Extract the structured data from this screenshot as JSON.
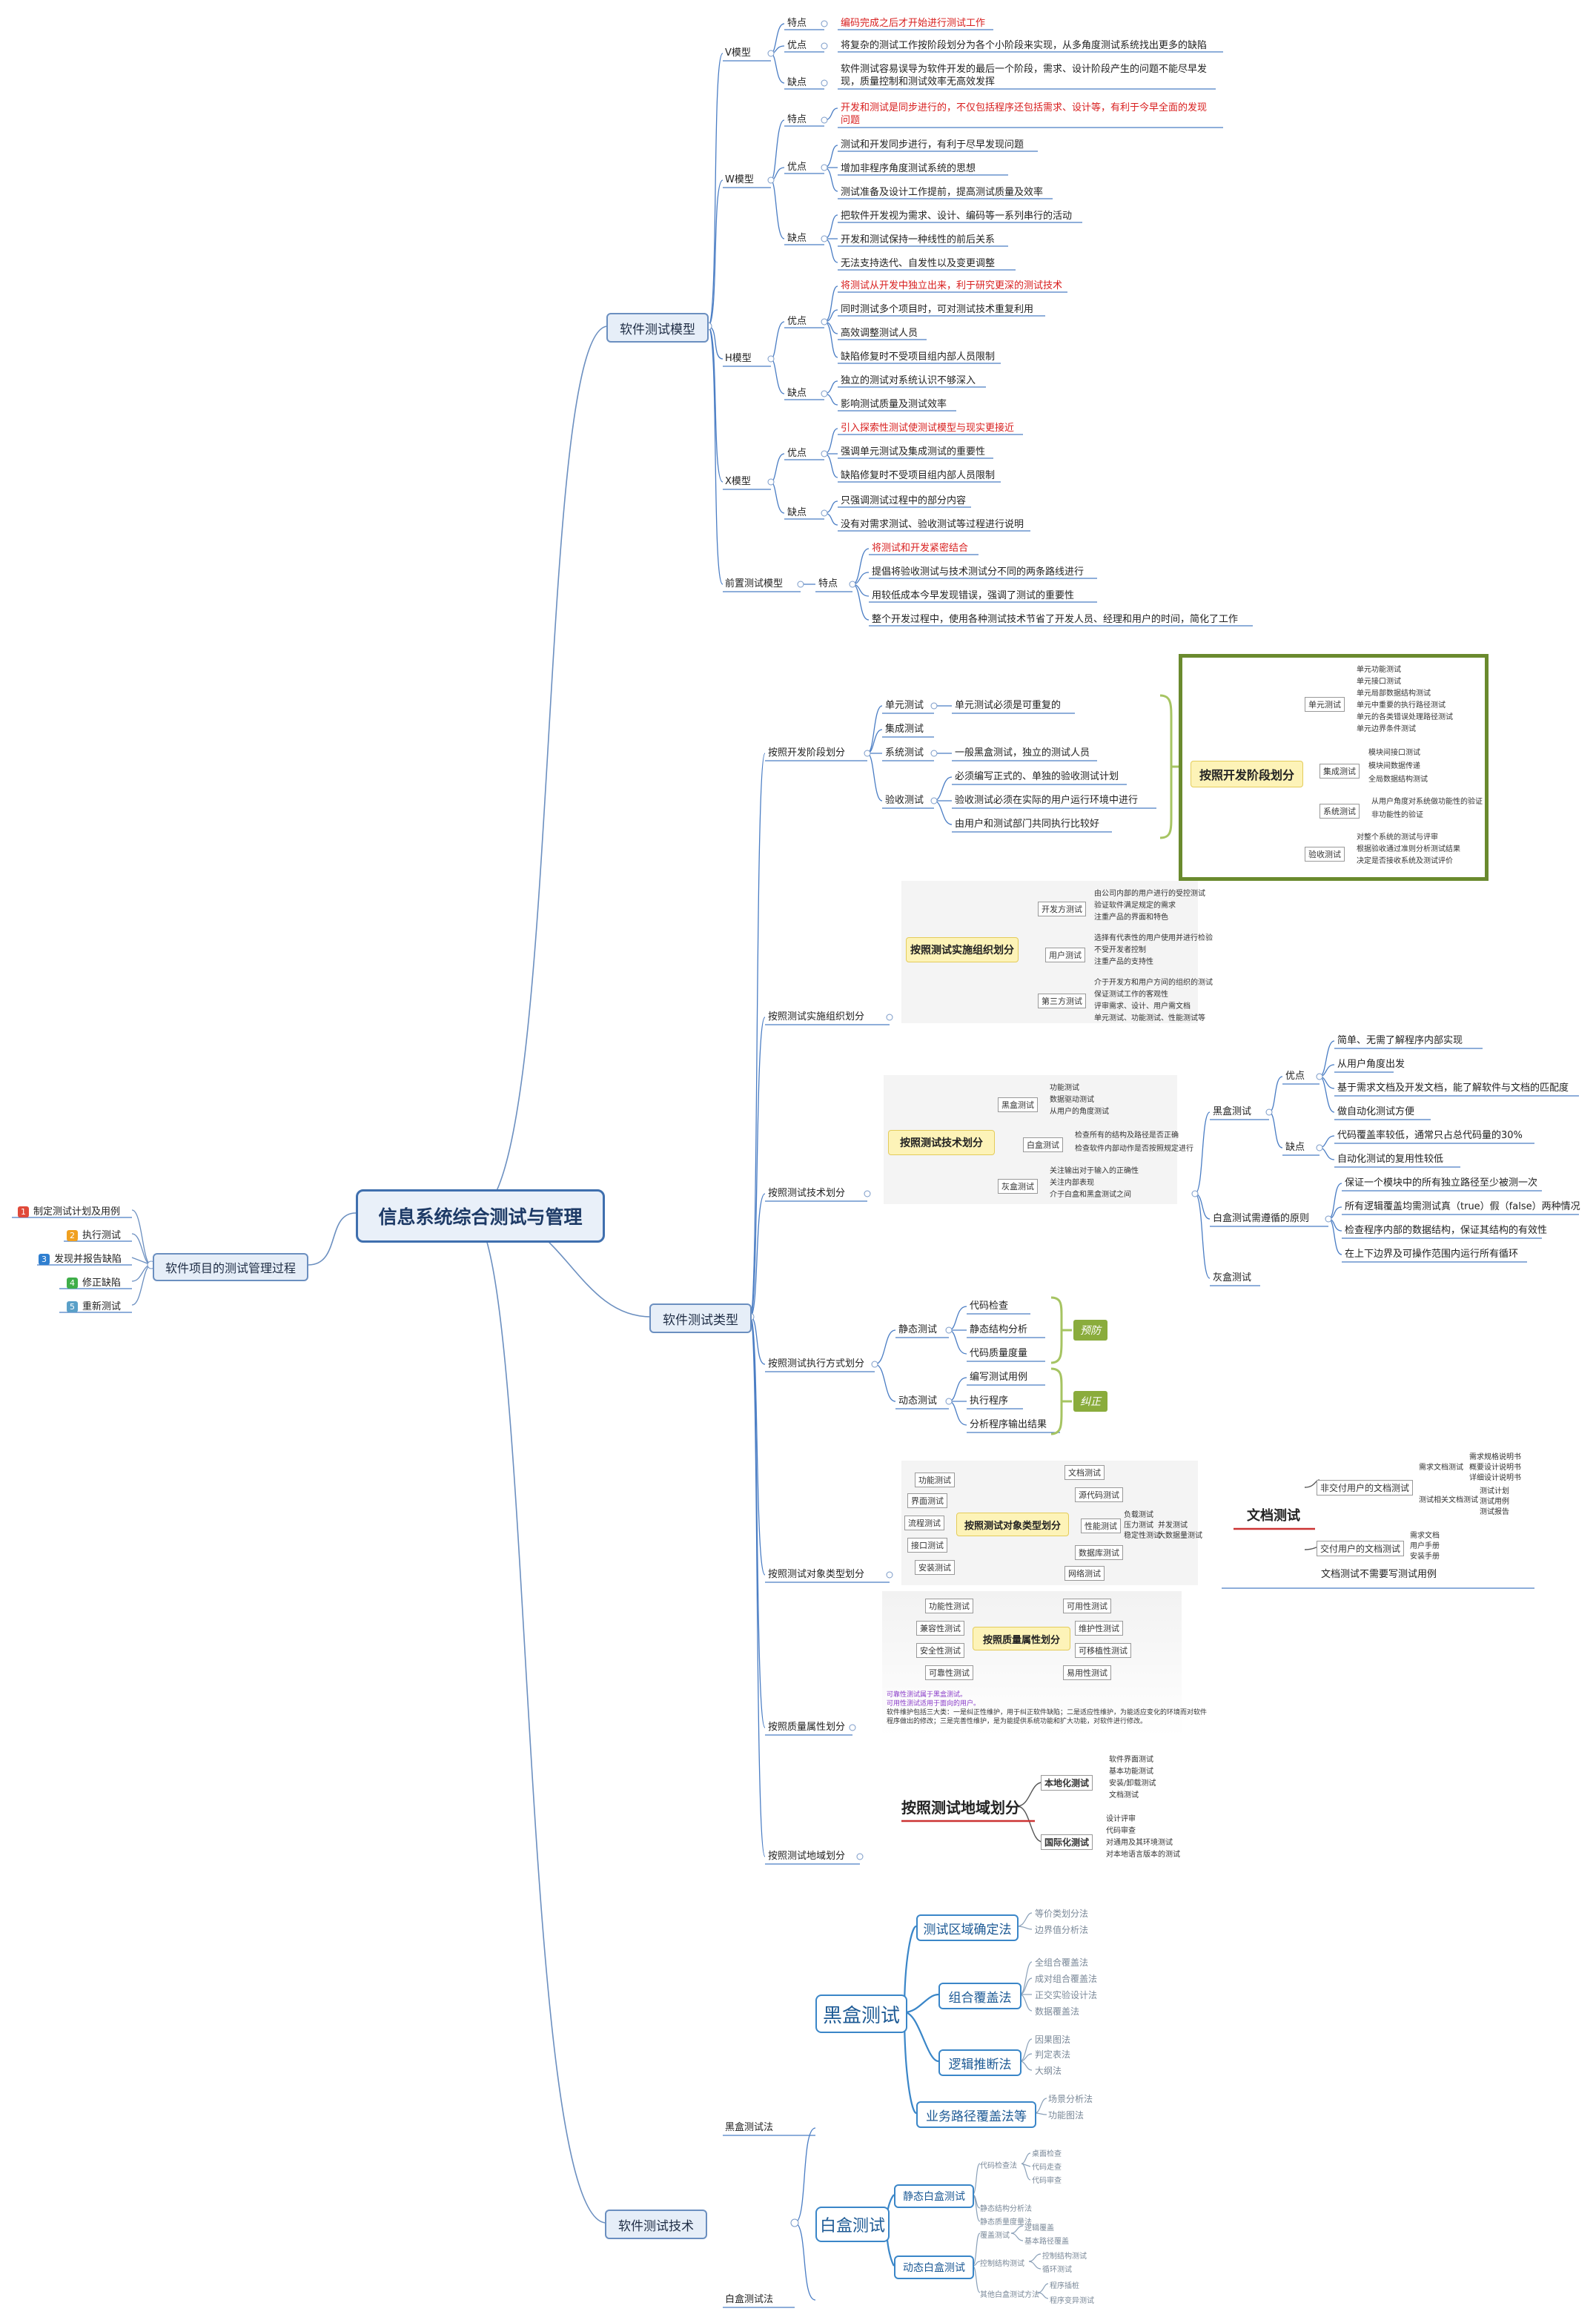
{
  "root": "信息系统综合测试与管理",
  "left_branch": {
    "title": "软件项目的测试管理过程",
    "items": [
      {
        "n": "1",
        "label": "制定测试计划及用例",
        "color": "#e04a3a"
      },
      {
        "n": "2",
        "label": "执行测试",
        "color": "#f0a020"
      },
      {
        "n": "3",
        "label": "发现并报告缺陷",
        "color": "#2f7fd0"
      },
      {
        "n": "4",
        "label": "修正缺陷",
        "color": "#3fae49"
      },
      {
        "n": "5",
        "label": "重新测试",
        "color": "#5aa0c8"
      }
    ]
  },
  "models": {
    "title": "软件测试模型",
    "v": {
      "name": "V模型",
      "feat_label": "特点",
      "feat": "编码完成之后才开始进行测试工作",
      "adv_label": "优点",
      "adv": "将复杂的测试工作按阶段划分为各个小阶段来实现，从多角度测试系统找出更多的缺陷",
      "dis_label": "缺点",
      "dis1": "软件测试容易误导为软件开发的最后一个阶段，需求、设计阶段产生的问题不能尽早发",
      "dis2": "现，质量控制和测试效率无高效发挥"
    },
    "w": {
      "name": "W模型",
      "feat_label": "特点",
      "feat1": "开发和测试是同步进行的，不仅包括程序还包括需求、设计等，有利于今早全面的发现",
      "feat2": "问题",
      "adv_label": "优点",
      "adv": [
        "测试和开发同步进行，有利于尽早发现问题",
        "增加非程序角度测试系统的思想",
        "测试准备及设计工作提前，提高测试质量及效率"
      ],
      "dis_label": "缺点",
      "dis": [
        "把软件开发视为需求、设计、编码等一系列串行的活动",
        "开发和测试保持一种线性的前后关系",
        "无法支持迭代、自发性以及变更调整"
      ]
    },
    "h": {
      "name": "H模型",
      "adv_label": "优点",
      "adv": [
        "将测试从开发中独立出来，利于研究更深的测试技术",
        "同时测试多个项目时，可对测试技术重复利用",
        "高效调整测试人员",
        "缺陷修复时不受项目组内部人员限制"
      ],
      "dis_label": "缺点",
      "dis": [
        "独立的测试对系统认识不够深入",
        "影响测试质量及测试效率"
      ]
    },
    "x": {
      "name": "X模型",
      "adv_label": "优点",
      "adv": [
        "引入探索性测试使测试模型与现实更接近",
        "强调单元测试及集成测试的重要性",
        "缺陷修复时不受项目组内部人员限制"
      ],
      "dis_label": "缺点",
      "dis": [
        "只强调测试过程中的部分内容",
        "没有对需求测试、验收测试等过程进行说明"
      ]
    },
    "front": {
      "name": "前置测试模型",
      "feat_label": "特点",
      "feat": [
        "将测试和开发紧密结合",
        "提倡将验收测试与技术测试分不同的两条路线进行",
        "用较低成本今早发现错误，强调了测试的重要性",
        "整个开发过程中，使用各种测试技术节省了开发人员、经理和用户的时间，简化了工作"
      ]
    }
  },
  "types": {
    "title": "软件测试类型",
    "by_stage": {
      "label": "按照开发阶段划分",
      "unit": "单元测试",
      "unit_note": "单元测试必须是可重复的",
      "integ": "集成测试",
      "sys": "系统测试",
      "sys_note": "一般黑盒测试，独立的测试人员",
      "accept": "验收测试",
      "accept_notes": [
        "必须编写正式的、单独的验收测试计划",
        "验收测试必须在实际的用户运行环境中进行",
        "由用户和测试部门共同执行比较好"
      ],
      "panel": {
        "center": "按照开发阶段划分",
        "unit": "单元测试",
        "unit_items": [
          "单元功能测试",
          "单元接口测试",
          "单元局部数据结构测试",
          "单元中重要的执行路径测试",
          "单元的各类错误处理路径测试",
          "单元边界条件测试"
        ],
        "integ": "集成测试",
        "integ_items": [
          "模块间接口测试",
          "模块间数据传递",
          "全局数据结构测试"
        ],
        "sys": "系统测试",
        "sys_items": [
          "从用户角度对系统做功能性的验证",
          "非功能性的验证"
        ],
        "accept": "验收测试",
        "accept_items": [
          "对整个系统的测试与评审",
          "根据验收通过准则分析测试结果",
          "决定是否接收系统及测试评价"
        ]
      }
    },
    "by_org": {
      "label": "按照测试实施组织划分",
      "panel": {
        "center": "按照测试实施组织划分",
        "dev": "开发方测试",
        "dev_items": [
          "由公司内部的用户进行的受控测试",
          "验证软件满足规定的需求",
          "注重产品的界面和特色"
        ],
        "user": "用户测试",
        "user_items": [
          "选择有代表性的用户使用并进行检验",
          "不受开发者控制",
          "注重产品的支持性"
        ],
        "third": "第三方测试",
        "third_items": [
          "介于开发方和用户方间的组织的测试",
          "保证测试工作的客观性",
          "评审需求、设计、用户需文档",
          "单元测试、功能测试、性能测试等"
        ]
      }
    },
    "by_tech": {
      "label": "按照测试技术划分",
      "panel": {
        "center": "按照测试技术划分",
        "black": "黑盒测试",
        "black_items": [
          "功能测试",
          "数据驱动测试",
          "从用户的角度测试"
        ],
        "white": "白盒测试",
        "white_items": [
          "检查所有的结构及路径是否正确",
          "检查软件内部动作是否按照规定进行"
        ],
        "gray": "灰盒测试",
        "gray_items": [
          "关注输出对于输入的正确性",
          "关注内部表现",
          "介于白盒和黑盒测试之间"
        ]
      },
      "black": "黑盒测试",
      "adv_label": "优点",
      "adv": [
        "简单、无需了解程序内部实现",
        "从用户角度出发",
        "基于需求文档及开发文档，能了解软件与文档的匹配度",
        "做自动化测试方便"
      ],
      "dis_label": "缺点",
      "dis": [
        "代码覆盖率较低，通常只占总代码量的30%",
        "自动化测试的复用性较低"
      ],
      "white": "白盒测试需遵循的原则",
      "white_rules": [
        "保证一个模块中的所有独立路径至少被测一次",
        "所有逻辑覆盖均需测试真（true）假（false）两种情况",
        "检查程序内部的数据结构，保证其结构的有效性",
        "在上下边界及可操作范围内运行所有循环"
      ],
      "gray": "灰盒测试"
    },
    "by_exec": {
      "label": "按照测试执行方式划分",
      "static": "静态测试",
      "static_items": [
        "代码检查",
        "静态结构分析",
        "代码质量度量"
      ],
      "static_tag": "预防",
      "dynamic": "动态测试",
      "dynamic_items": [
        "编写测试用例",
        "执行程序",
        "分析程序输出结果"
      ],
      "dynamic_tag": "纠正"
    },
    "by_object": {
      "label": "按照测试对象类型划分",
      "panel": {
        "center": "按照测试对象类型划分",
        "left": [
          "功能测试",
          "界面测试",
          "流程测试",
          "接口测试",
          "安装测试"
        ],
        "right": [
          "文档测试",
          "源代码测试",
          "性能测试",
          "数据库测试",
          "网络测试"
        ],
        "perf": [
          "负载测试",
          "压力测试",
          "稳定性测试",
          "并发测试",
          "大数据量测试"
        ]
      },
      "doc": "文档测试",
      "non_user": "非交付用户的文档测试",
      "non_user_sub": [
        "需求文档测试",
        "测试相关文档测试"
      ],
      "req_items": [
        "需求规格说明书",
        "概要设计说明书",
        "详细设计说明书"
      ],
      "test_items": [
        "测试计划",
        "测试用例",
        "测试报告"
      ],
      "user": "交付用户的文档测试",
      "user_items": [
        "需求文档",
        "用户手册",
        "安装手册"
      ],
      "note": "文档测试不需要写测试用例"
    },
    "by_quality": {
      "label": "按照质量属性划分",
      "panel": {
        "center": "按照质量属性划分",
        "left": [
          "功能性测试",
          "兼容性测试",
          "安全性测试",
          "可靠性测试"
        ],
        "right": [
          "可用性测试",
          "维护性测试",
          "可移植性测试",
          "易用性测试"
        ],
        "notes": [
          "可靠性测试属于黑盒测试。",
          "可用性测试适用于面向的用户。",
          "软件维护包括三大类：一是纠正性维护，用于纠正软件缺陷；二是适应性维护，为能适应变化的环境而对软件",
          "程序做出的修改；三是完善性维护，是为能提供系统功能和扩大功能，对软件进行修改。"
        ]
      }
    },
    "by_region": {
      "label": "按照测试地域划分",
      "center": "按照测试地域划分",
      "local": "本地化测试",
      "local_items": [
        "软件界面测试",
        "基本功能测试",
        "安装/卸载测试",
        "文档测试"
      ],
      "intl": "国际化测试",
      "intl_items": [
        "设计评审",
        "代码审查",
        "对通用及其环境测试",
        "对本地语言版本的测试"
      ]
    }
  },
  "tech": {
    "title": "软件测试技术",
    "black_label": "黑盒测试法",
    "black": {
      "center": "黑盒测试",
      "a": "测试区域确定法",
      "a_items": [
        "等价类划分法",
        "边界值分析法"
      ],
      "b": "组合覆盖法",
      "b_items": [
        "全组合覆盖法",
        "成对组合覆盖法",
        "正交实验设计法",
        "数据覆盖法"
      ],
      "c": "逻辑推断法",
      "c_items": [
        "因果图法",
        "判定表法",
        "大纲法"
      ],
      "d": "业务路径覆盖法等",
      "d_items": [
        "场景分析法",
        "功能图法"
      ]
    },
    "white_label": "白盒测试法",
    "white": {
      "center": "白盒测试",
      "s": "静态白盒测试",
      "s_a": "代码检查法",
      "s_a_items": [
        "桌面检查",
        "代码走查",
        "代码审查"
      ],
      "s_b": "静态结构分析法",
      "s_c": "静态质量度量法",
      "d": "动态白盒测试",
      "d_a": "覆盖测试",
      "d_a_items": [
        "逻辑覆盖",
        "基本路径覆盖"
      ],
      "d_b": "控制结构测试",
      "d_b_items": [
        "控制结构测试",
        "循环测试"
      ],
      "d_c": "其他白盒测试方法",
      "d_c_items": [
        "程序插桩",
        "程序变异测试"
      ]
    }
  }
}
